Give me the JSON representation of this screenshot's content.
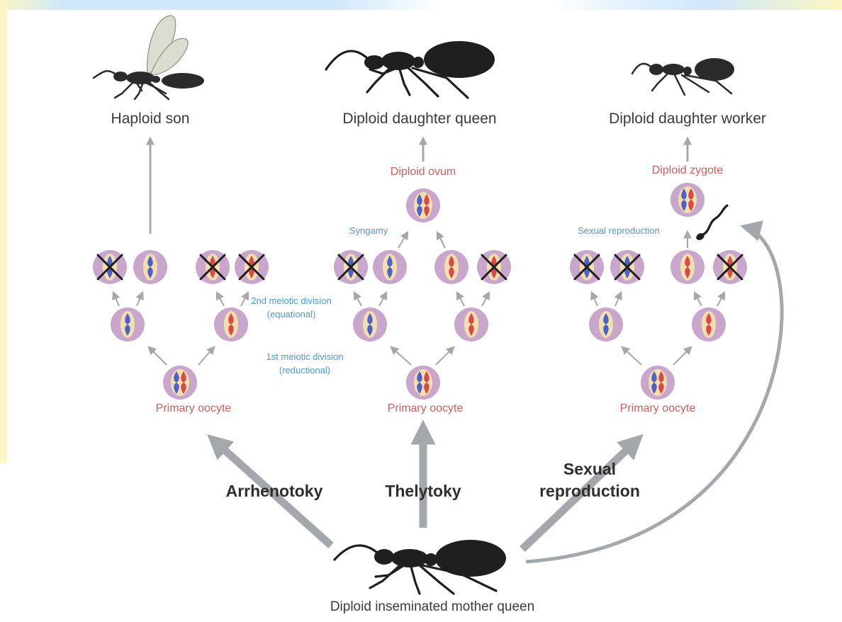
{
  "colors": {
    "arrow": "#a4a8ad",
    "red_text": "#cf5d5d",
    "blue_text": "#4b9ad6",
    "cell_fill": "#c9a6cc",
    "cell_inner": "#f3dfae",
    "chrom_red": "#d84a4a",
    "chrom_blue": "#4b63c6",
    "cross": "#1e1e1e",
    "band_blue": "#cfe8fb",
    "band_yellow": "#fbf6c2"
  },
  "labels": {
    "haploid_son": "Haploid son",
    "daughter_queen": "Diploid daughter queen",
    "daughter_worker": "Diploid daughter worker",
    "diploid_ovum": "Diploid ovum",
    "diploid_zygote": "Diploid zygote",
    "syngamy": "Syngamy",
    "sexual_reproduction_small": "Sexual reproduction",
    "meiosis2_line1": "2nd meiotic division",
    "meiosis2_line2": "(equational)",
    "meiosis1_line1": "1st meiotic division",
    "meiosis1_line2": "(reductional)",
    "primary_oocyte": "Primary oocyte",
    "mode_arrhenotoky": "Arrhenotoky",
    "mode_thelytoky": "Thelytoky",
    "mode_sexual_line1": "Sexual",
    "mode_sexual_line2": "reproduction",
    "mother_queen": "Diploid inseminated mother queen"
  },
  "icons": [
    "winged-male-ant-icon",
    "queen-ant-icon",
    "worker-ant-icon",
    "mother-queen-ant-icon",
    "sperm-icon",
    "cross-mark-icon",
    "cell-icon"
  ]
}
